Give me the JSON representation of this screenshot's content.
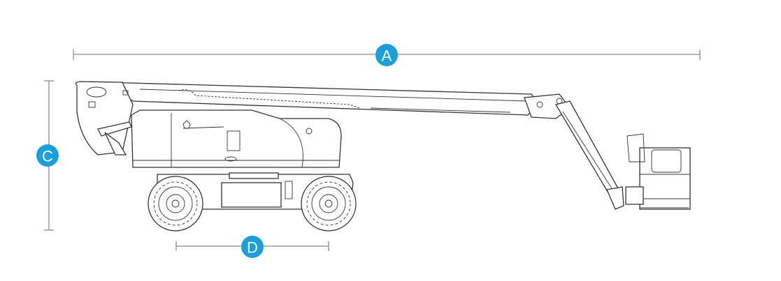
{
  "labels": {
    "a": "A",
    "c": "C",
    "d": "D"
  },
  "colors": {
    "badge": "#1a9fdb",
    "dimension_line": "#8a8a8a",
    "outline": "#333333"
  }
}
